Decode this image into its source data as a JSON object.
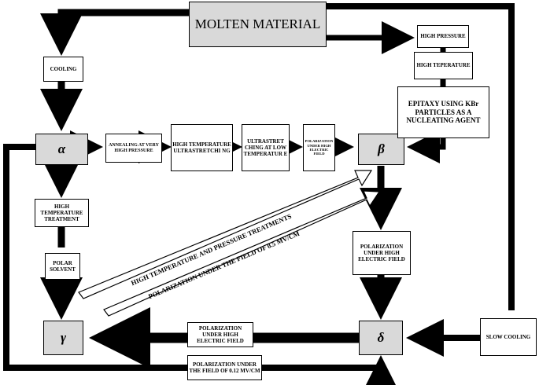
{
  "nodes": {
    "molten": "MOLTEN MATERIAL",
    "cooling": "COOLING",
    "alpha": "α",
    "beta": "β",
    "gamma": "γ",
    "delta": "δ",
    "high_pressure": "HIGH PRESSURE",
    "high_teperature": "HIGH TEPERATURE",
    "epitaxy": "EPITAXY USING KBr PARTICLES AS A NUCLEATING AGENT",
    "annealing": "ANNEALING AT VERY HIGH PRESSURE",
    "ht_ultrastretching": "HIGH TEMPERATURE ULTRASTRETCHI NG",
    "ultrastretching_low": "ULTRASTRET CHING AT LOW TEMPERATUR E",
    "polarization_hef_small": "POLARIZATION UNDER HIGH ELECTRIC FIELD",
    "ht_treatment": "HIGH TEMPERATURE TREATMENT",
    "polar_solvent": "POLAR SOLVENT",
    "polarization_hef_right": "POLARIZATION UNDER HIGH ELECTRIC FIELD",
    "polarization_hef_bottom": "POLARIZATION UNDER HIGH ELECTRIC FIELD",
    "polarization_012": "POLARIZATION UNDER THE FIELD OF 0.12 MV/CM",
    "slow_cooling": "SLOW COOLING"
  },
  "diagonal_labels": {
    "upper": "HIGH TEMPERATURE AND PRESSURE TREATMENTS",
    "lower": "POLARIZATION UNDER THE FIELD OF 0.5 MV/CM"
  }
}
